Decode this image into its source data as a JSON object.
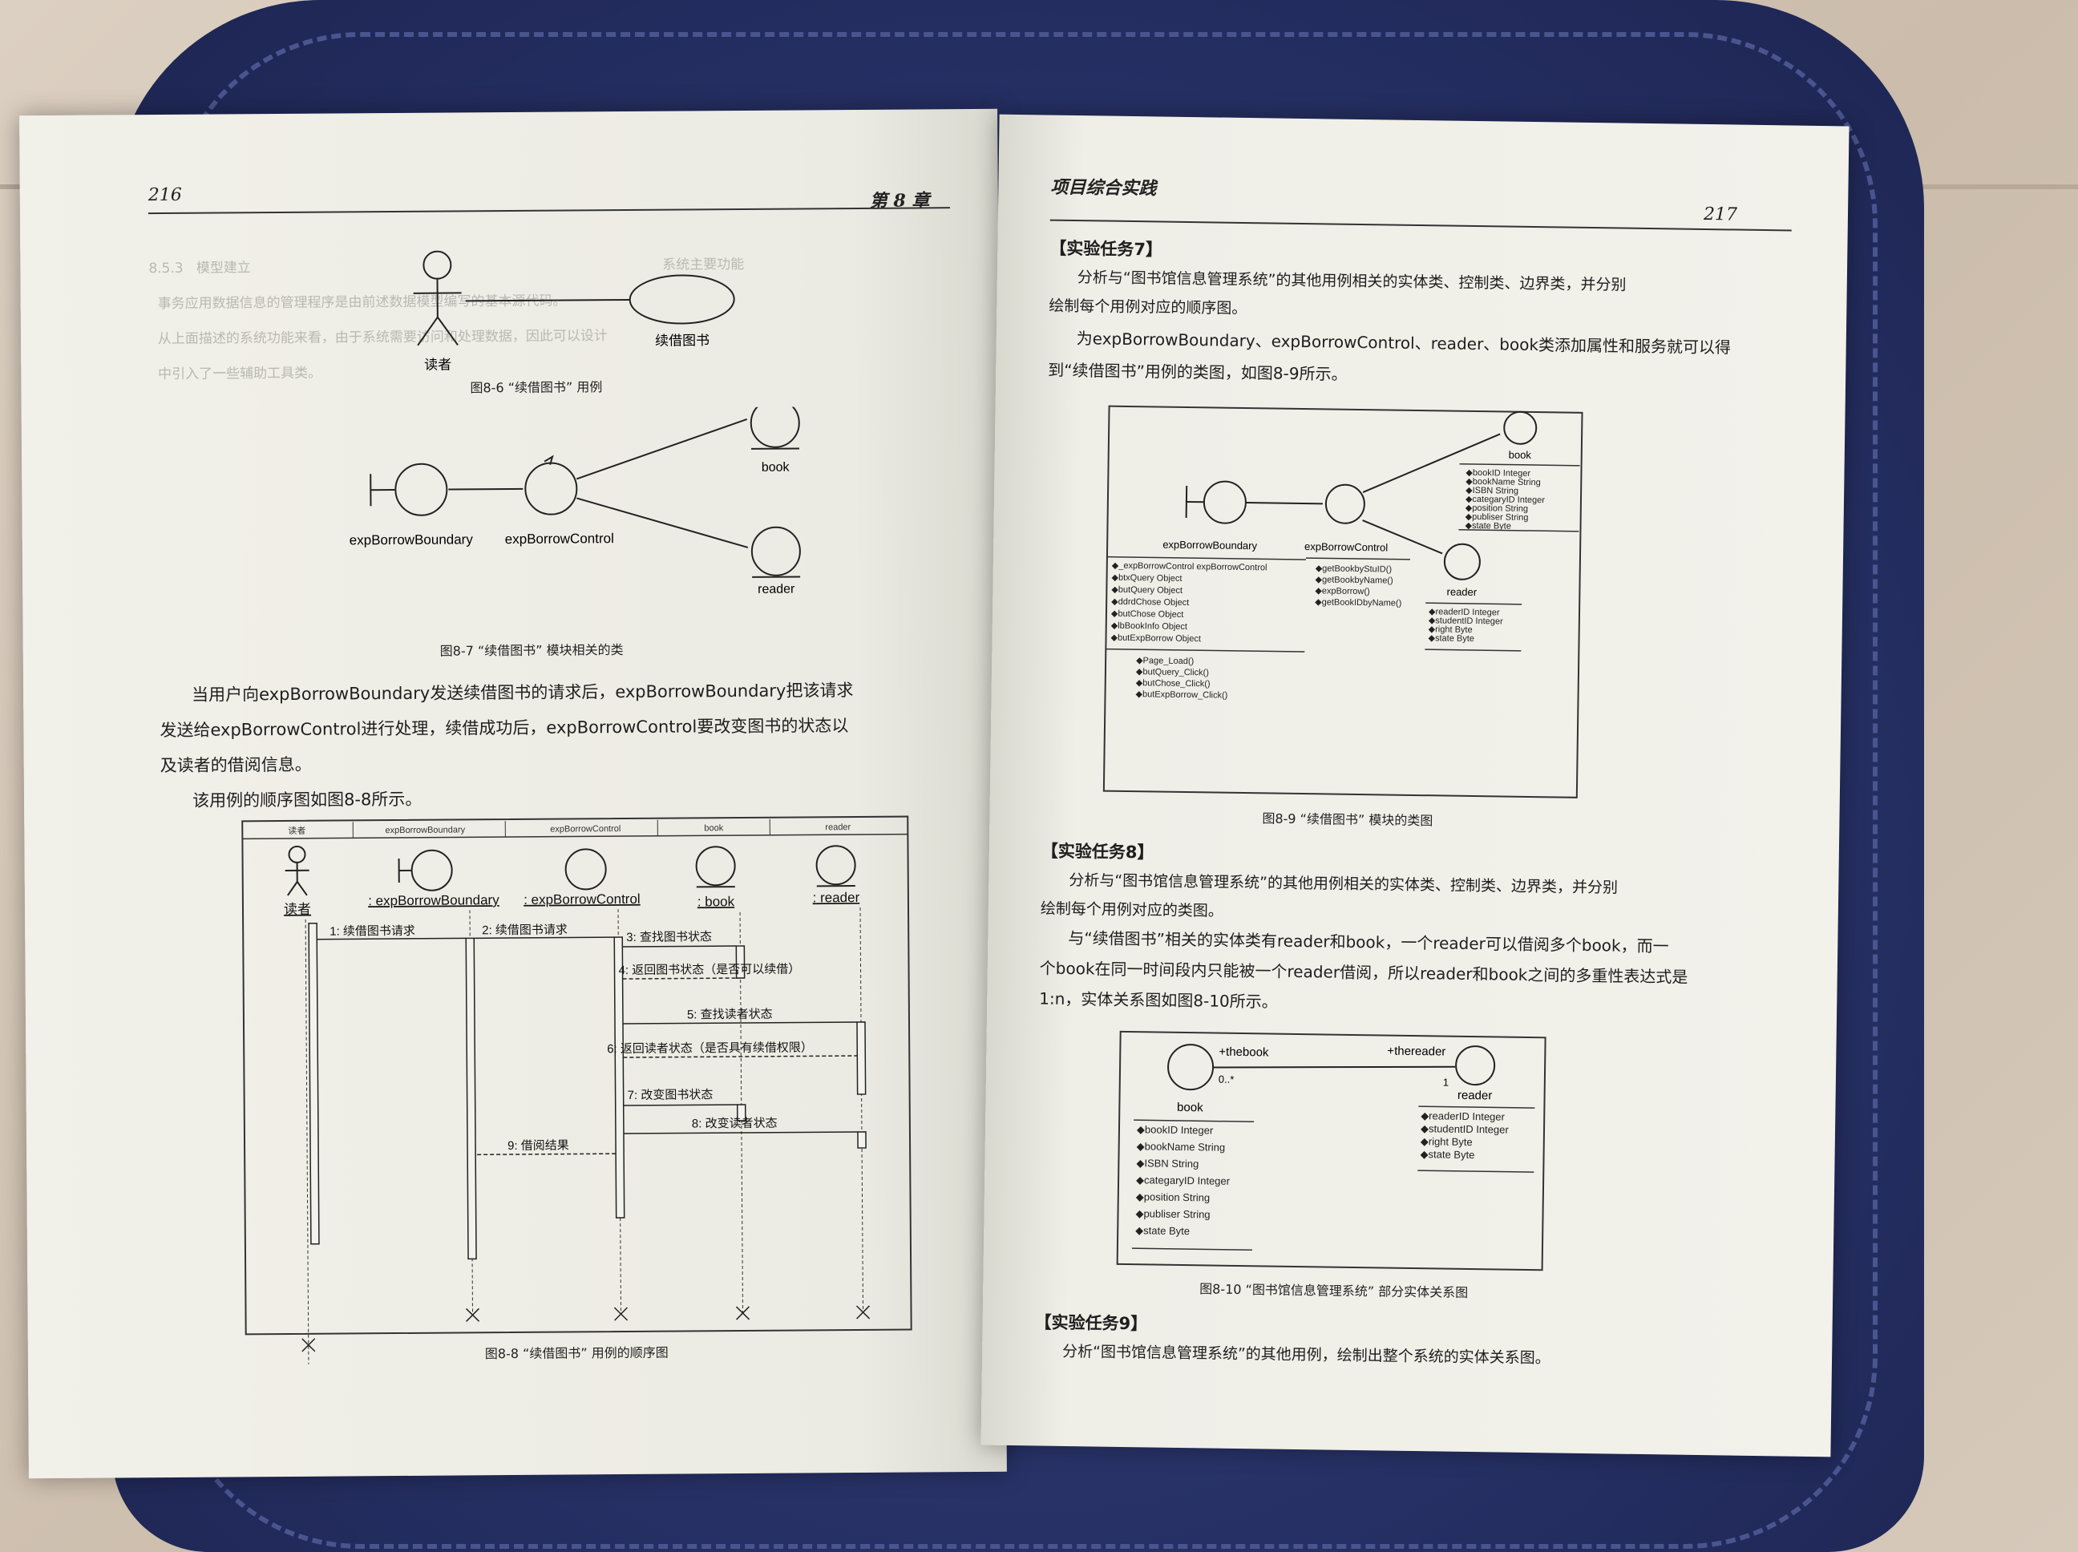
{
  "left_page": {
    "page_number": "216",
    "chapter": "第 8 章",
    "fig6": {
      "actor": "读者",
      "usecase": "续借图书",
      "caption": "图8-6 “续借图书” 用例"
    },
    "fig7": {
      "boundary": "expBorrowBoundary",
      "control": "expBorrowControl",
      "entity1": "book",
      "entity2": "reader",
      "caption": "图8-7 “续借图书” 模块相关的类"
    },
    "paragraph1": [
      "当用户向expBorrowBoundary发送续借图书的请求后，expBorrowBoundary把该请求",
      "发送给expBorrowControl进行处理，续借成功后，expBorrowControl要改变图书的状态以",
      "及读者的借阅信息。"
    ],
    "paragraph2": "该用例的顺序图如图8-8所示。",
    "fig8": {
      "headers": [
        "读者",
        "expBorrowBoundary",
        "expBorrowControl",
        "book",
        "reader"
      ],
      "lifelines": [
        "读者",
        ": expBorrowBoundary",
        ": expBorrowControl",
        ": book",
        ": reader"
      ],
      "messages": [
        "1: 续借图书请求",
        "2: 续借图书请求",
        "3: 查找图书状态",
        "4: 返回图书状态（是否可以续借）",
        "5: 查找读者状态",
        "6: 返回读者状态（是否具有续借权限）",
        "7: 改变图书状态",
        "8: 改变读者状态",
        "9: 借阅结果"
      ],
      "caption": "图8-8 “续借图书” 用例的顺序图"
    }
  },
  "right_page": {
    "page_number": "217",
    "header": "项目综合实践",
    "task7": {
      "title": "【实验任务7】",
      "text": [
        "分析与“图书馆信息管理系统”的其他用例相关的实体类、控制类、边界类，并分别",
        "绘制每个用例对应的顺序图。"
      ]
    },
    "para_a": [
      "为expBorrowBoundary、expBorrowControl、reader、book类添加属性和服务就可以得",
      "到“续借图书”用例的类图，如图8-9所示。"
    ],
    "fig9": {
      "book_label": "book",
      "book_attrs": [
        "bookID  Integer",
        "bookName  String",
        "ISBN  String",
        "categaryID  Integer",
        "position  String",
        "publiser  String",
        "state  Byte"
      ],
      "boundary_label": "expBorrowBoundary",
      "boundary_attrs": [
        "_expBorrowControl  expBorrowControl",
        "btxQuery  Object",
        "butQuery  Object",
        "ddrdChose  Object",
        "butChose  Object",
        "lbBookInfo  Object",
        "butExpBorrow  Object"
      ],
      "boundary_ops": [
        "Page_Load()",
        "butQuery_Click()",
        "butChose_Click()",
        "butExpBorrow_Click()"
      ],
      "control_label": "expBorrowControl",
      "control_ops": [
        "getBookbyStuID()",
        "getBookbyName()",
        "expBorrow()",
        "getBookIDbyName()"
      ],
      "reader_label": "reader",
      "reader_attrs": [
        "readerID  Integer",
        "studentID  Integer",
        "right  Byte",
        "state  Byte"
      ],
      "caption": "图8-9 “续借图书” 模块的类图"
    },
    "task8": {
      "title": "【实验任务8】",
      "text": [
        "分析与“图书馆信息管理系统”的其他用例相关的实体类、控制类、边界类，并分别",
        "绘制每个用例对应的类图。"
      ]
    },
    "para_b": [
      "与“续借图书”相关的实体类有reader和book，一个reader可以借阅多个book，而一",
      "个book在同一时间段内只能被一个reader借阅，所以reader和book之间的多重性表达式是",
      "1:n，实体关系图如图8-10所示。"
    ],
    "fig10": {
      "book_label": "book",
      "reader_label": "reader",
      "role_book": "+thebook",
      "role_reader": "+thereader",
      "mult_book": "0..*",
      "mult_reader": "1",
      "book_attrs": [
        "bookID  Integer",
        "bookName  String",
        "ISBN  String",
        "categaryID  Integer",
        "position  String",
        "publiser  String",
        "state  Byte"
      ],
      "reader_attrs": [
        "readerID  Integer",
        "studentID  Integer",
        "right  Byte",
        "state  Byte"
      ],
      "caption": "图8-10 “图书馆信息管理系统” 部分实体关系图"
    },
    "task9": {
      "title": "【实验任务9】",
      "text": "分析“图书馆信息管理系统”的其他用例，绘制出整个系统的实体关系图。"
    }
  },
  "colors": {
    "paper": "#eeede5",
    "ink": "#1e1e1e",
    "bag": "#263064",
    "floor": "#cdbfae"
  }
}
